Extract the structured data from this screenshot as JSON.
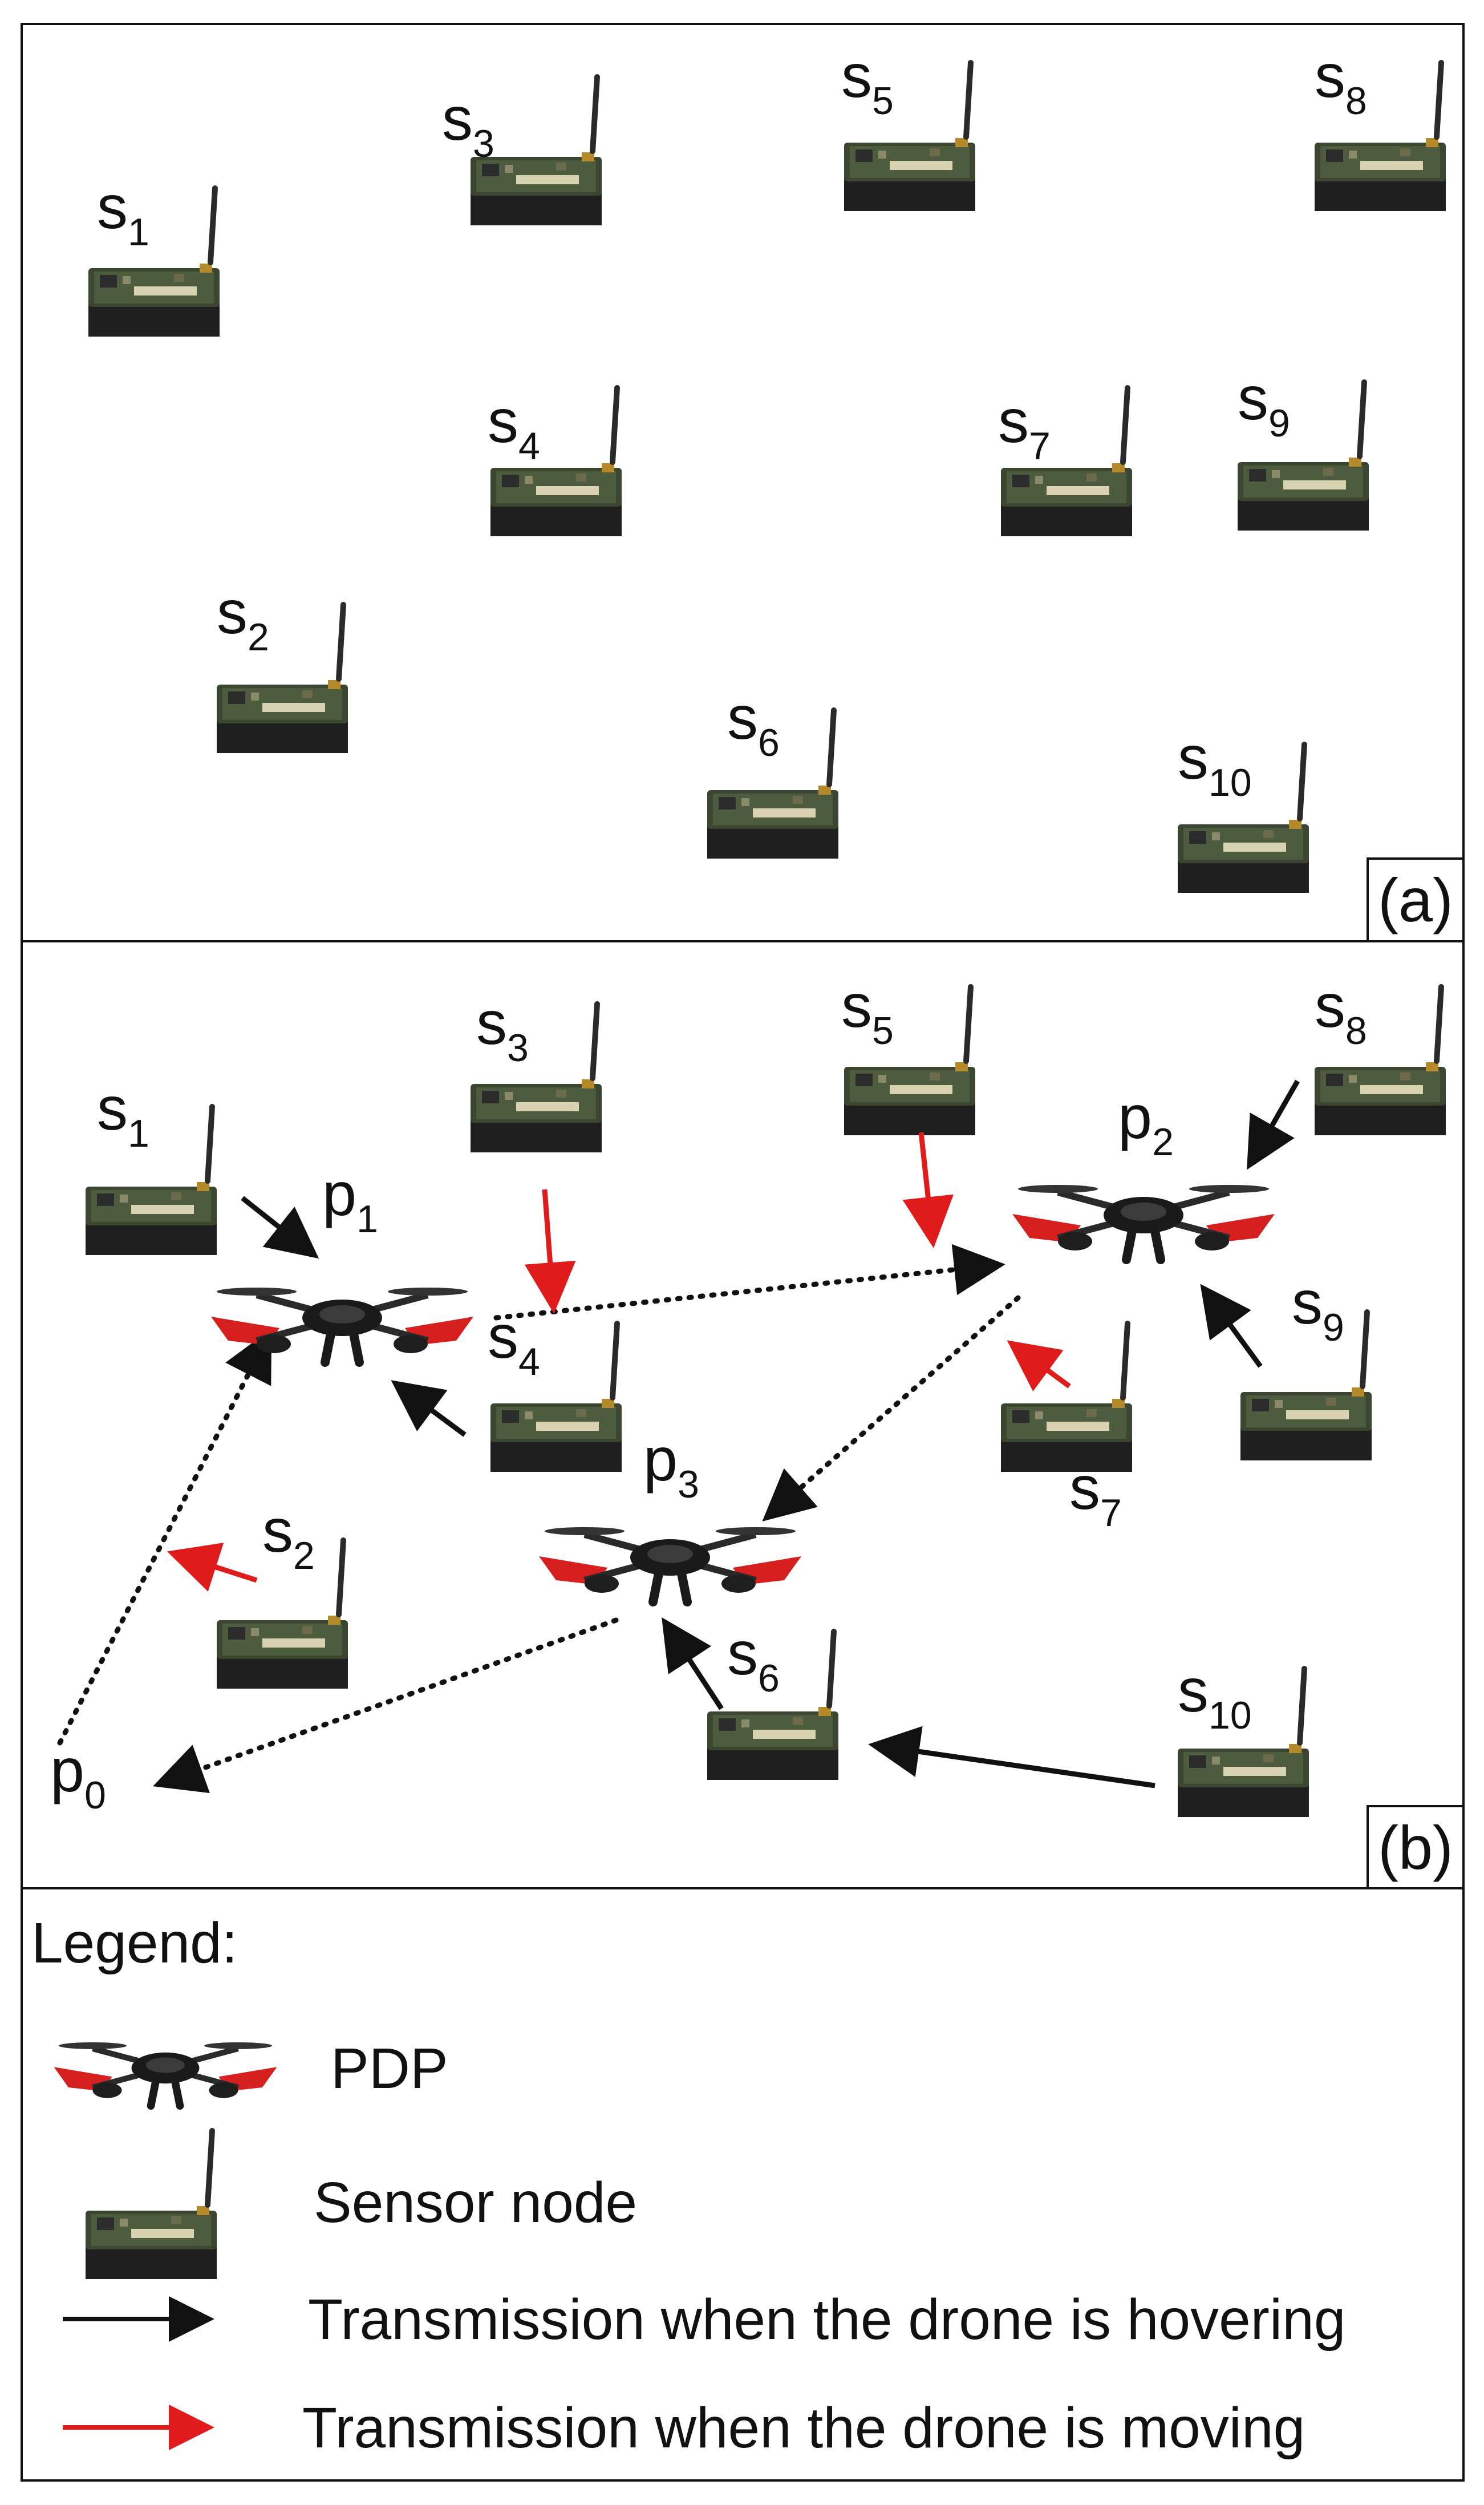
{
  "panel_a": {
    "label": "(a)",
    "sensors": [
      {
        "base": "s",
        "sub": "1"
      },
      {
        "base": "s",
        "sub": "3"
      },
      {
        "base": "s",
        "sub": "5"
      },
      {
        "base": "s",
        "sub": "8"
      },
      {
        "base": "s",
        "sub": "4"
      },
      {
        "base": "s",
        "sub": "7"
      },
      {
        "base": "s",
        "sub": "9"
      },
      {
        "base": "s",
        "sub": "2"
      },
      {
        "base": "s",
        "sub": "6"
      },
      {
        "base": "s",
        "sub": "10"
      }
    ]
  },
  "panel_b": {
    "label": "(b)",
    "sensors": [
      {
        "base": "s",
        "sub": "1"
      },
      {
        "base": "s",
        "sub": "3"
      },
      {
        "base": "s",
        "sub": "5"
      },
      {
        "base": "s",
        "sub": "8"
      },
      {
        "base": "s",
        "sub": "4"
      },
      {
        "base": "s",
        "sub": "9"
      },
      {
        "base": "s",
        "sub": "7"
      },
      {
        "base": "s",
        "sub": "2"
      },
      {
        "base": "s",
        "sub": "6"
      },
      {
        "base": "s",
        "sub": "10"
      }
    ],
    "points": [
      {
        "base": "p",
        "sub": "0"
      },
      {
        "base": "p",
        "sub": "1"
      },
      {
        "base": "p",
        "sub": "2"
      },
      {
        "base": "p",
        "sub": "3"
      }
    ]
  },
  "legend": {
    "title": "Legend:",
    "items": [
      {
        "label": "PDP"
      },
      {
        "label": "Sensor node"
      },
      {
        "label": "Transmission when the drone is hovering",
        "color": "#000000"
      },
      {
        "label": "Transmission when the drone is moving",
        "color": "#e01b1b"
      }
    ]
  },
  "colors": {
    "hover_arrow": "#111111",
    "moving_arrow": "#e01b1b",
    "wing": "#d61f1f"
  }
}
